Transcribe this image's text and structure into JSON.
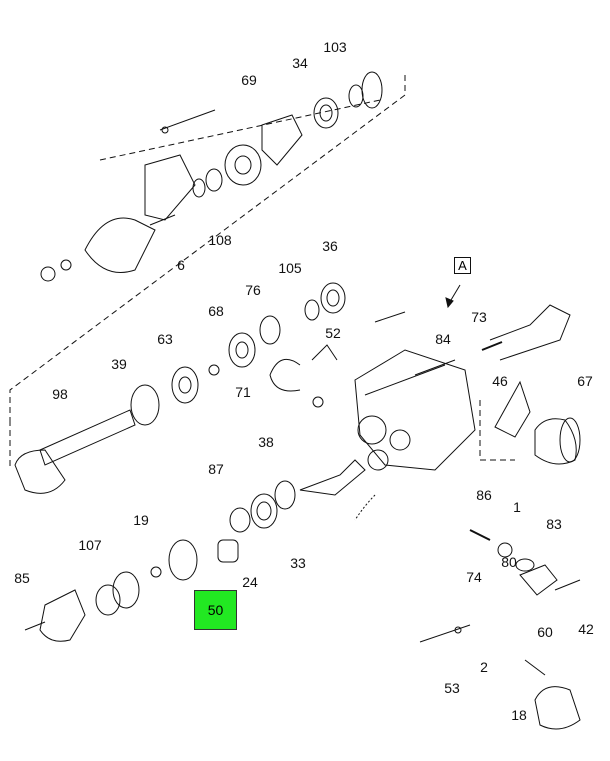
{
  "diagram": {
    "view_label": "A",
    "highlighted_callout": "50",
    "highlight_color": "#22e822",
    "callouts": [
      "103",
      "34",
      "69",
      "108",
      "6",
      "36",
      "105",
      "76",
      "68",
      "52",
      "73",
      "84",
      "63",
      "39",
      "98",
      "71",
      "46",
      "67",
      "38",
      "87",
      "86",
      "1",
      "83",
      "19",
      "107",
      "33",
      "24",
      "80",
      "74",
      "85",
      "60",
      "42",
      "2",
      "53",
      "18"
    ]
  }
}
